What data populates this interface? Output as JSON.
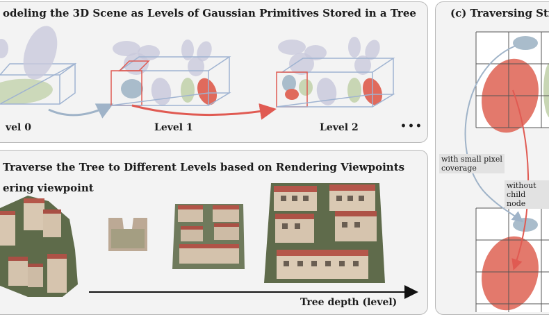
{
  "panel_a": {
    "title": "odeling the 3D Scene as Levels of Gaussian Primitives Stored in a Tree",
    "levels": [
      "vel 0",
      "Level 1",
      "Level 2"
    ],
    "ellipsis": "•••"
  },
  "panel_b": {
    "title": "Traverse the Tree to Different Levels based on Rendering Viewpoints",
    "subtitle": "ering viewpoint",
    "axis_label": "Tree depth (level)"
  },
  "panel_c": {
    "title": "(c) Traversing Stra",
    "label_small_coverage": [
      "with small pixel",
      "coverage"
    ],
    "label_no_child": [
      "without",
      "child node"
    ]
  },
  "colors": {
    "red": "#e06a5c",
    "blue_gray": "#a9bccb",
    "lavender": "#c9c9dc",
    "green": "#c8d6b4",
    "box_blue": "#9fb3d1",
    "box_red": "#e05a52"
  }
}
